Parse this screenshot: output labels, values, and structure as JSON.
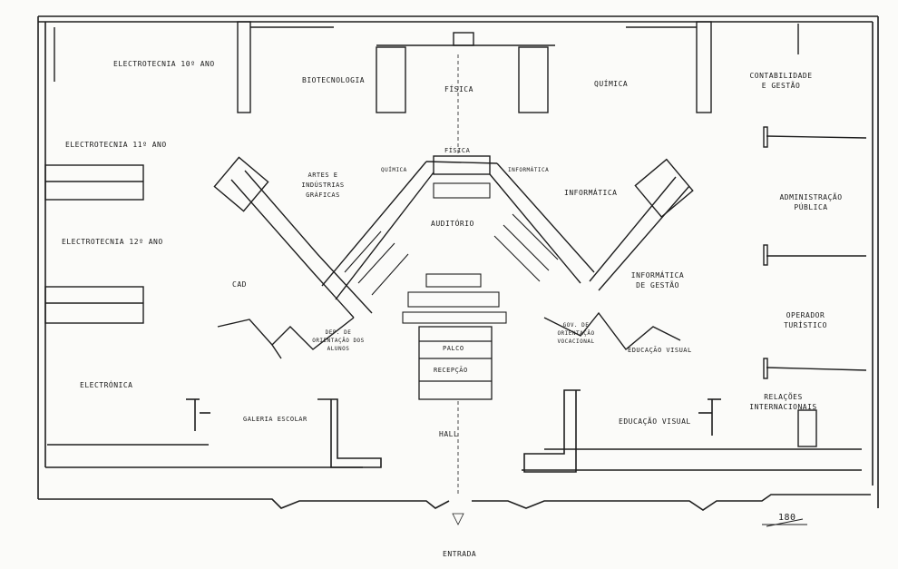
{
  "rooms": {
    "electrotecnia_10": "ELECTROTECNIA 10º ANO",
    "biotecnologia": "BIOTECNOLOGIA",
    "fisica": "FÍSICA",
    "quimica": "QUÍMICA",
    "contabilidade": "CONTABILIDADE E GESTÃO",
    "electrotecnia_11": "ELECTROTECNIA 11º ANO",
    "electrotecnia_12": "ELECTROTECNIA 12º ANO",
    "electronica": "ELECTRÓNICA",
    "cad": "CAD",
    "artes_graficas": "ARTES E INDÚSTRIAS GRÁFICAS",
    "fisica_small": "FÍSICA",
    "informatica_small": "INFORMÁTICA",
    "quimica_small": "QUÍMICA",
    "auditorio": "AUDITÓRIO",
    "informatica": "INFORMÁTICA",
    "informatica_gestao": "INFORMÁTICA DE GESTÃO",
    "dep_orientacao": "DEP. DE ORIENTAÇÃO DOS ALUNOS",
    "gov": "GOV. DE ORIENTAÇÃO VOCACIONAL",
    "palco": "PALCO",
    "recepcao": "RECEPÇÃO",
    "galeria": "GALERIA ESCOLAR",
    "hall": "HALL",
    "educacao_visual_1": "EDUCAÇÃO VISUAL",
    "educacao_visual_2": "EDUCAÇÃO VISUAL",
    "administracao": "ADMINISTRAÇÃO PÚBLICA",
    "operador": "OPERADOR TURÍSTICO",
    "relacoes": "RELAÇÕES INTERNACIONAIS",
    "entrada": "ENTRADA"
  },
  "scale_label": "180"
}
